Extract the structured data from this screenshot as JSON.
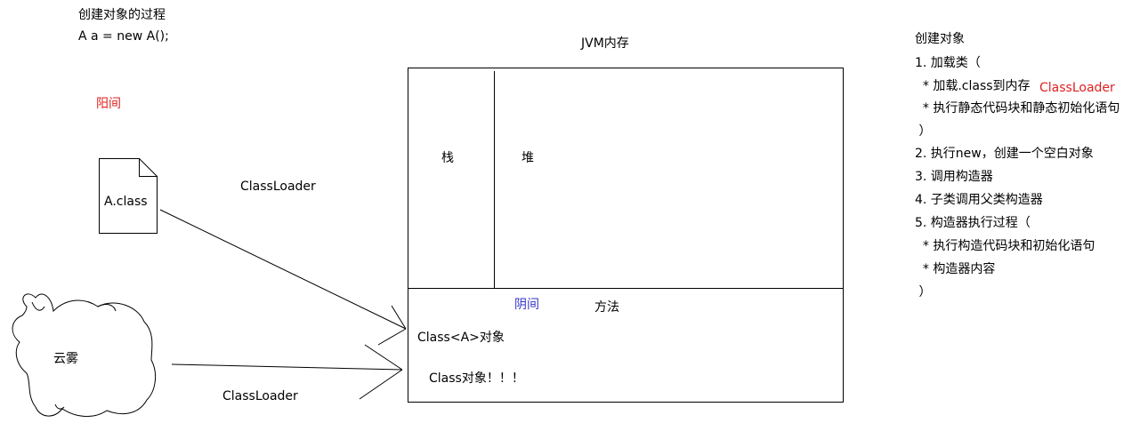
{
  "header": {
    "title": "创建对象的过程",
    "code": "A a = new A();"
  },
  "left": {
    "yang_label": "阳间",
    "file_label": "A.class",
    "classloader_top": "ClassLoader",
    "cloud_label": "云雾",
    "classloader_bottom": "ClassLoader"
  },
  "jvm": {
    "title": "JVM内存",
    "stack_label": "栈",
    "heap_label": "堆",
    "yin_label": "阴间",
    "method_label": "方法",
    "class_obj_label": "Class<A>对象",
    "class_obj_note": "Class对象！！！"
  },
  "steps": {
    "title": "创建对象",
    "items": [
      "1. 加载类（",
      "  * 加载.class到内存",
      "  * 执行静态代码块和静态初始化语句",
      " ）",
      "2. 执行new，创建一个空白对象",
      "3. 调用构造器",
      "4. 子类调用父类构造器",
      "5. 构造器执行过程（",
      "  * 执行构造代码块和初始化语句",
      "  * 构造器内容",
      " ）"
    ],
    "classloader_note": "ClassLoader"
  },
  "colors": {
    "red": "#e02020",
    "blue": "#3333cc",
    "line": "#000000"
  }
}
